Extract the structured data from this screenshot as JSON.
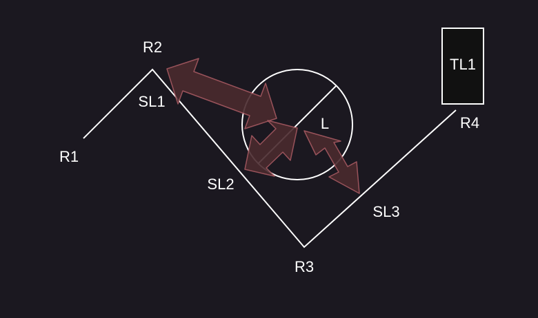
{
  "colors": {
    "background": "#1b1820",
    "line": "#ffffff",
    "arrow_fill": "#4a2a2e",
    "arrow_stroke": "#a85a62",
    "box_fill": "#111111"
  },
  "nodes": {
    "r1": "R1",
    "r2": "R2",
    "r3": "R3",
    "r4": "R4"
  },
  "segments": {
    "sl1": "SL1",
    "sl2": "SL2",
    "sl3": "SL3"
  },
  "circle_label": "L",
  "box_label": "TL1"
}
